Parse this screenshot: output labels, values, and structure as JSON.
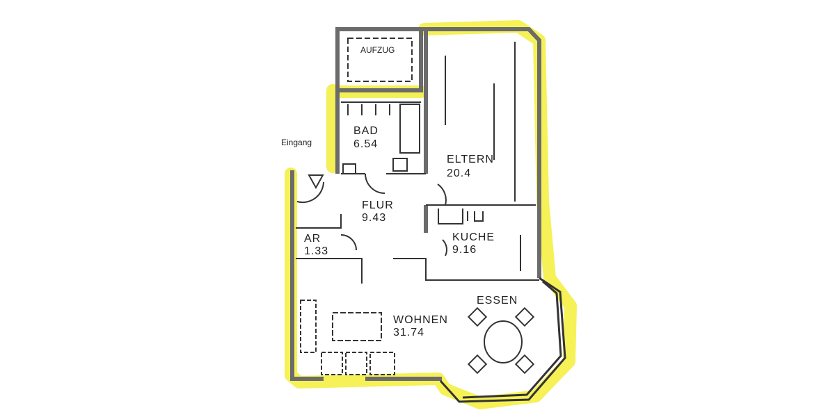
{
  "floorplan": {
    "entrance_label": "Eingang",
    "colors": {
      "wall": "#6b6b6b",
      "highlight": "#f3ee3a",
      "line": "#333333",
      "background": "#ffffff"
    },
    "rooms": [
      {
        "name": "AUFZUG",
        "area": ""
      },
      {
        "name": "BAD",
        "area": "6.54"
      },
      {
        "name": "ELTERN",
        "area": "20.4"
      },
      {
        "name": "FLUR",
        "area": "9.43"
      },
      {
        "name": "AR",
        "area": "1.33"
      },
      {
        "name": "KUCHE",
        "area": "9.16"
      },
      {
        "name": "WOHNEN",
        "area": "31.74"
      },
      {
        "name": "ESSEN",
        "area": ""
      }
    ]
  }
}
